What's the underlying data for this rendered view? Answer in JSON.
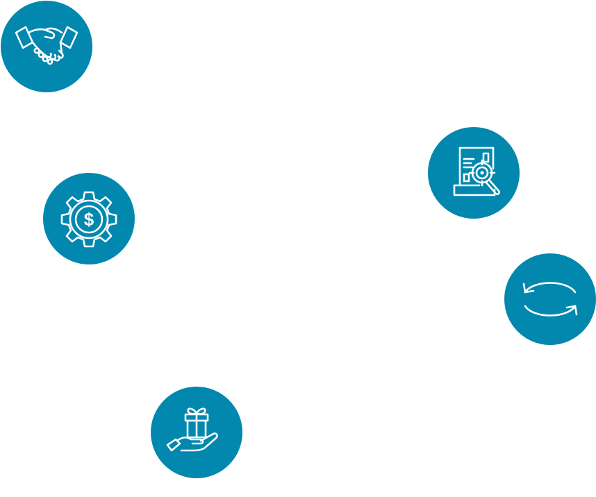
{
  "theme": {
    "background": "#ffffff",
    "circle_color": "#0288ae",
    "icon_color": "#ffffff"
  },
  "icons": [
    {
      "id": "handshake",
      "icon": "handshake-icon"
    },
    {
      "id": "money-gear",
      "icon": "dollar-gear-icon"
    },
    {
      "id": "gift",
      "icon": "gift-in-hand-icon"
    },
    {
      "id": "research",
      "icon": "document-magnifier-icon"
    },
    {
      "id": "exchange",
      "icon": "exchange-arrows-icon"
    }
  ]
}
